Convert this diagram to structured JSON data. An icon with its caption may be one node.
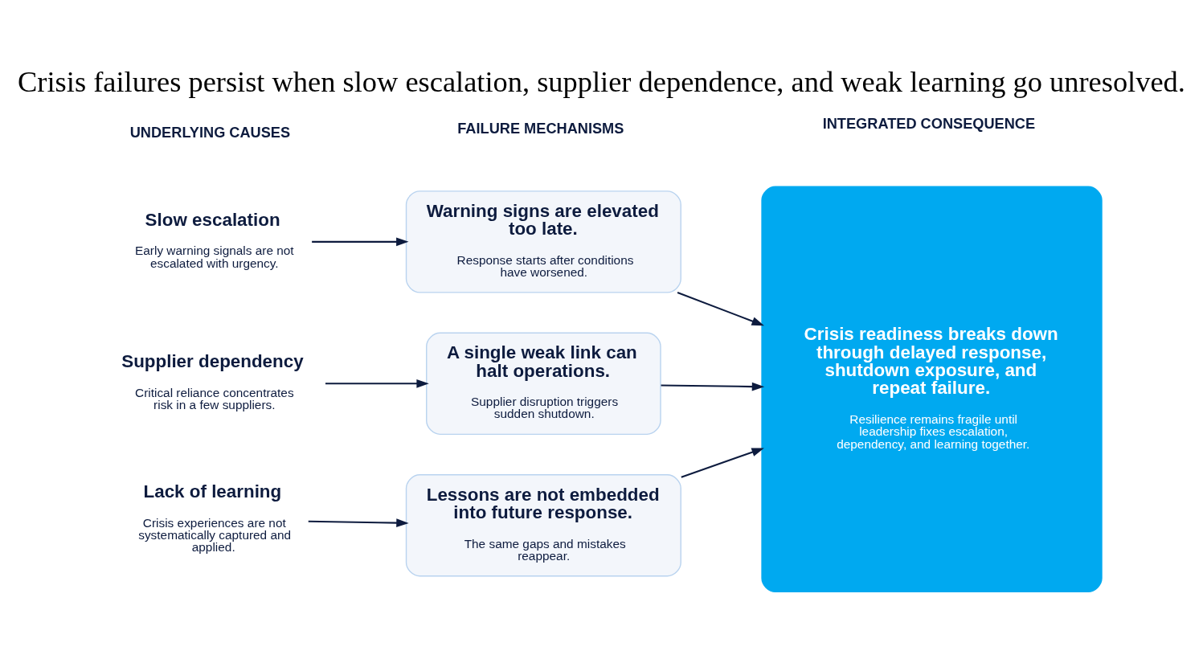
{
  "diagram": {
    "title": "Crisis failures persist when slow escalation, supplier dependence, and weak learning go unresolved.",
    "nodes": [
      {
        "text": [
          "Slow escalation",
          "Early warning signals are not escalated with urgency."
        ]
      },
      {
        "text": [
          "Supplier dependency",
          "Critical reliance concentrates risk in a few suppliers."
        ]
      },
      {
        "text": [
          "Lack of learning",
          "Crisis experiences are not systematically captured and applied."
        ]
      },
      {
        "text": [
          "Warning signs are elevated too late.",
          "Response starts after conditions have worsened."
        ]
      },
      {
        "text": [
          "A single weak link can halt operations.",
          "Supplier disruption triggers sudden shutdown."
        ]
      },
      {
        "text": [
          "Lessons are not embedded into future response.",
          "The same gaps and mistakes reappear."
        ]
      },
      {
        "text": [
          "Crisis readiness breaks down through delayed response, shutdown exposure, and repeat failure.",
          "Resilience remains fragile until leadership fixes escalation, dependency, and learning together."
        ]
      }
    ],
    "edges": [
      {
        "from": 0,
        "to": 3,
        "arrow": "to"
      },
      {
        "from": 1,
        "to": 4,
        "arrow": "to"
      },
      {
        "from": 2,
        "to": 5,
        "arrow": "to"
      },
      {
        "from": 3,
        "to": 6,
        "arrow": "to"
      },
      {
        "from": 4,
        "to": 6,
        "arrow": "to"
      },
      {
        "from": 5,
        "to": 6,
        "arrow": "to"
      }
    ],
    "labels": [
      "UNDERLYING CAUSES",
      "FAILURE MECHANISMS",
      "INTEGRATED CONSEQUENCE"
    ]
  }
}
